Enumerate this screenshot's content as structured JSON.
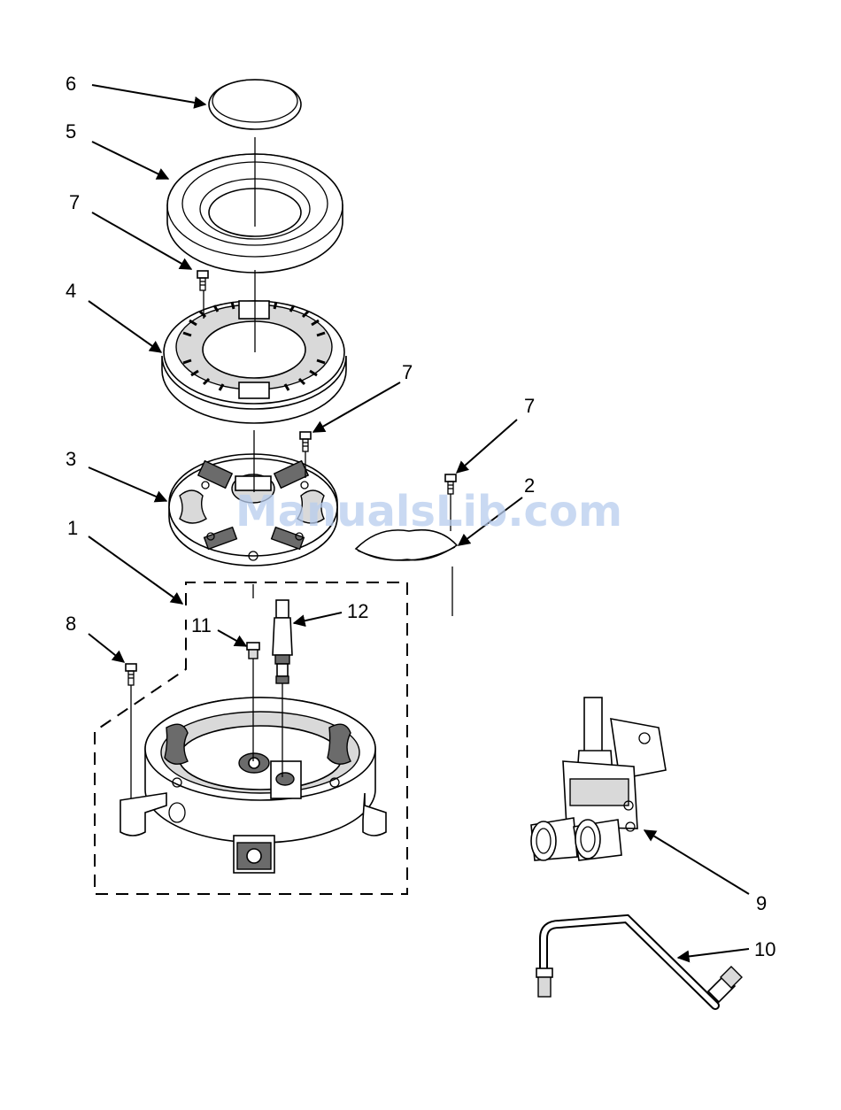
{
  "callouts": {
    "c1": "1",
    "c2": "2",
    "c3": "3",
    "c4": "4",
    "c5": "5",
    "c6": "6",
    "c7a": "7",
    "c7b": "7",
    "c7c": "7",
    "c8": "8",
    "c9": "9",
    "c10": "10",
    "c11": "11",
    "c12": "12"
  },
  "watermark": "ManualsLib.com"
}
